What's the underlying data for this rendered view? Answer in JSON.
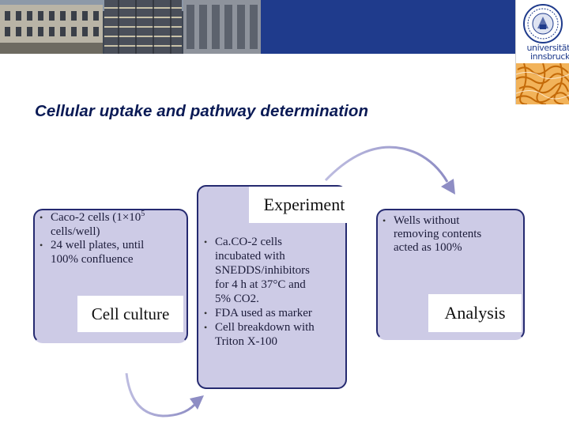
{
  "header": {
    "logo_text_line1": "universität",
    "logo_text_line2": "innsbruck"
  },
  "title": "Cellular uptake and pathway determination",
  "stages": {
    "cell_culture": {
      "label": "Cell culture",
      "bullets": [
        {
          "pre": "Caco-2 cells (1",
          "times": "×",
          "base": "10",
          "exp": "5",
          "post": ""
        },
        {
          "text": "cells/well)"
        },
        {
          "text": "24 well plates, until"
        },
        {
          "text": "100% confluence"
        }
      ]
    },
    "experiment": {
      "label": "Experiment",
      "bullets": [
        [
          "Ca.CO-2 cells",
          "incubated with",
          "SNEDDS/inhibitors",
          "for 4 h at 37°C and",
          "5% CO2."
        ],
        [
          "FDA used as marker"
        ],
        [
          "Cell breakdown with",
          "Triton X-100"
        ]
      ]
    },
    "analysis": {
      "label": "Analysis",
      "bullets": [
        [
          "Wells without",
          "removing contents",
          "acted as 100%"
        ]
      ]
    }
  },
  "colors": {
    "banner_blue": "#1f3b8c",
    "box_fill": "#cdcbe6",
    "box_border": "#252a70",
    "title_color": "#0a1a55",
    "arrow_color": "#9a99c8",
    "logo_orange": "#e8901a"
  }
}
